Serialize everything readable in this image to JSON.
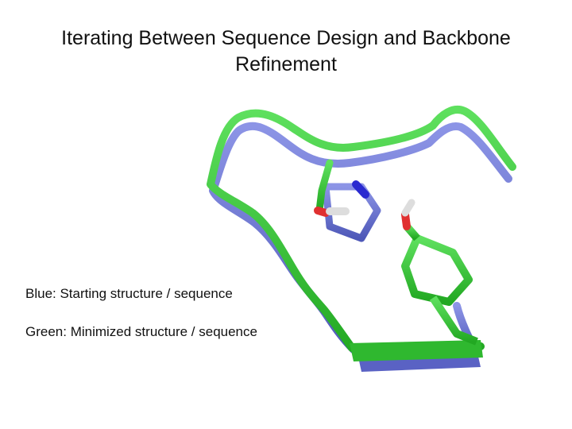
{
  "slide": {
    "title": "Iterating Between Sequence Design and Backbone Refinement",
    "caption_blue": "Blue: Starting structure / sequence",
    "caption_green": "Green: Minimized structure / sequence"
  },
  "colors": {
    "starting_structure": "#6670d0",
    "minimized_structure": "#33c633",
    "nitrogen": "#2a2ad0",
    "oxygen": "#e03030",
    "hydrogen": "#dddddd"
  }
}
